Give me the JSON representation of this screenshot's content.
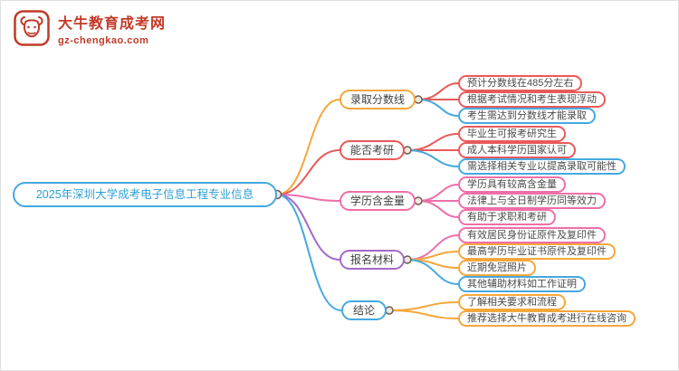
{
  "logo": {
    "title": "大牛教育成考网",
    "url": "gz-chengkao.com",
    "color": "#c13a28"
  },
  "mindmap": {
    "root": {
      "label": "2025年深圳大学成考电子信息工程专业信息",
      "color": "#45a8e0",
      "text_color": "#2d9fd6"
    },
    "branches": [
      {
        "label": "录取分数线",
        "color": "#f5a73b",
        "children": [
          {
            "label": "预计分数线在485分左右",
            "color": "#e85a5a"
          },
          {
            "label": "根据考试情况和考生表现浮动",
            "color": "#e85a5a"
          },
          {
            "label": "考生需达到分数线才能录取",
            "color": "#45a8e0"
          }
        ]
      },
      {
        "label": "能否考研",
        "color": "#e85a5a",
        "children": [
          {
            "label": "毕业生可报考研究生",
            "color": "#e85a5a"
          },
          {
            "label": "成人本科学历国家认可",
            "color": "#e85a5a"
          },
          {
            "label": "需选择相关专业以提高录取可能性",
            "color": "#45a8e0"
          }
        ]
      },
      {
        "label": "学历含金量",
        "color": "#ee6fa8",
        "children": [
          {
            "label": "学历具有较高含金量",
            "color": "#ee6fa8"
          },
          {
            "label": "法律上与全日制学历同等效力",
            "color": "#ee6fa8"
          },
          {
            "label": "有助于求职和考研",
            "color": "#ee6fa8"
          }
        ]
      },
      {
        "label": "报名材料",
        "color": "#a468c8",
        "children": [
          {
            "label": "有效居民身份证原件及复印件",
            "color": "#ee6fa8"
          },
          {
            "label": "最高学历毕业证书原件及复印件",
            "color": "#f5a73b"
          },
          {
            "label": "近期免冠照片",
            "color": "#f5a73b"
          },
          {
            "label": "其他辅助材料如工作证明",
            "color": "#45a8e0"
          }
        ]
      },
      {
        "label": "结论",
        "color": "#45a8e0",
        "children": [
          {
            "label": "了解相关要求和流程",
            "color": "#f5a73b"
          },
          {
            "label": "推荐选择大牛教育成考进行在线咨询",
            "color": "#f5a73b"
          }
        ]
      }
    ]
  }
}
